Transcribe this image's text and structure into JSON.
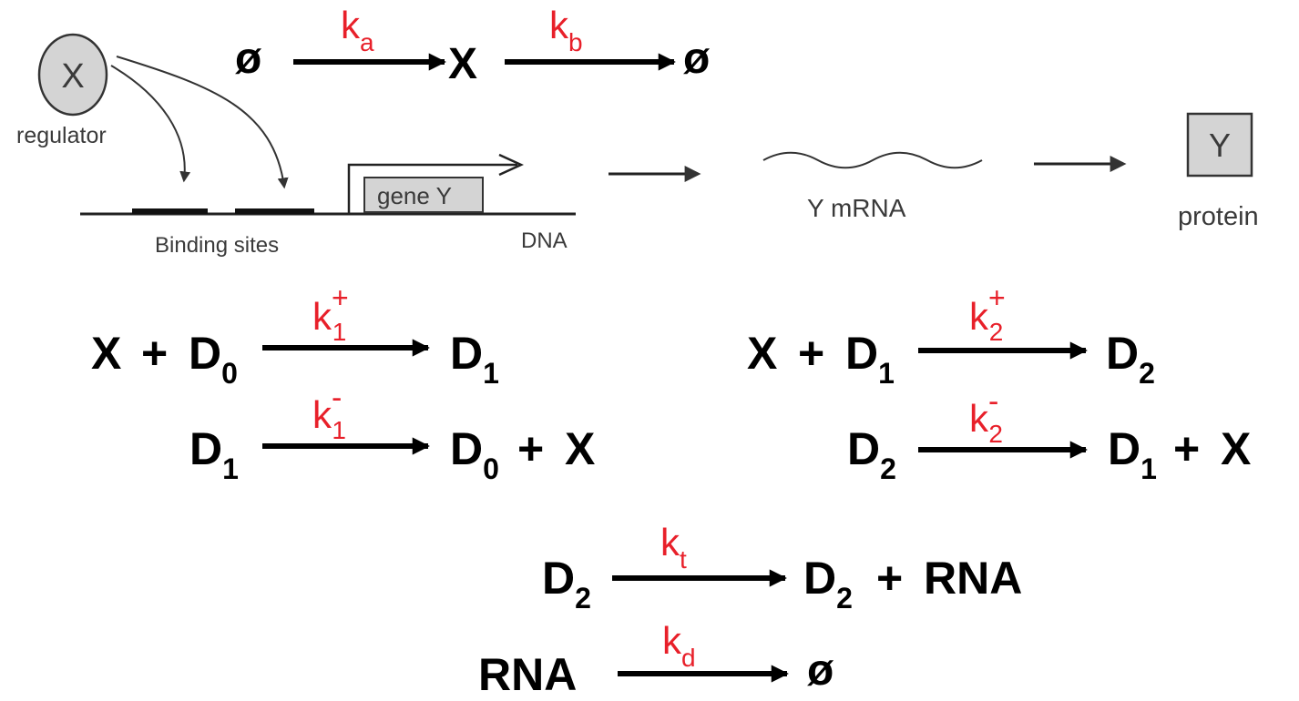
{
  "colors": {
    "rate_constant": "#e8202a",
    "text": "#000000",
    "shape_fill": "#d4d4d4",
    "diagram_text": "#3a3a3a"
  },
  "cartoon": {
    "regulator_symbol": "X",
    "regulator_label": "regulator",
    "binding_sites_label": "Binding sites",
    "gene_label": "gene Y",
    "dna_label": "DNA",
    "mrna_label": "Y mRNA",
    "protein_symbol": "Y",
    "protein_label": "protein"
  },
  "reactions": {
    "production": {
      "left": "ø",
      "rate1_base": "k",
      "rate1_sub": "a",
      "middle": "X",
      "rate2_base": "k",
      "rate2_sub": "b",
      "right": "ø"
    },
    "bind1": {
      "reactant_a": "X",
      "plus": "+",
      "reactant_b": "D",
      "reactant_b_sub": "0",
      "rate_base": "k",
      "rate_sup": "+",
      "rate_sub": "1",
      "product": "D",
      "product_sub": "1"
    },
    "unbind1": {
      "reactant": "D",
      "reactant_sub": "1",
      "rate_base": "k",
      "rate_sup": "-",
      "rate_sub": "1",
      "product_a": "D",
      "product_a_sub": "0",
      "plus": "+",
      "product_b": "X"
    },
    "bind2": {
      "reactant_a": "X",
      "plus": "+",
      "reactant_b": "D",
      "reactant_b_sub": "1",
      "rate_base": "k",
      "rate_sup": "+",
      "rate_sub": "2",
      "product": "D",
      "product_sub": "2"
    },
    "unbind2": {
      "reactant": "D",
      "reactant_sub": "2",
      "rate_base": "k",
      "rate_sup": "-",
      "rate_sub": "2",
      "product_a": "D",
      "product_a_sub": "1",
      "plus": "+",
      "product_b": "X"
    },
    "transcription": {
      "reactant": "D",
      "reactant_sub": "2",
      "rate_base": "k",
      "rate_sub": "t",
      "product_a": "D",
      "product_a_sub": "2",
      "plus": "+",
      "product_b": "RNA"
    },
    "degradation": {
      "reactant": "RNA",
      "rate_base": "k",
      "rate_sub": "d",
      "product": "ø"
    }
  }
}
